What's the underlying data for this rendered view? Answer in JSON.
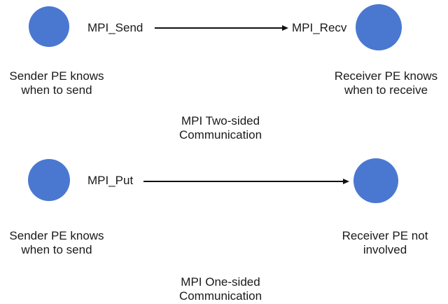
{
  "colors": {
    "node_fill": "#4a78d1",
    "text": "#1a1a1a",
    "arrow": "#111111",
    "background": "#ffffff"
  },
  "two_sided": {
    "send_label": "MPI_Send",
    "recv_label": "MPI_Recv",
    "sender_caption": [
      "Sender PE knows",
      "when to send"
    ],
    "receiver_caption": [
      "Receiver PE knows",
      "when to receive"
    ],
    "title": [
      "MPI Two-sided",
      "Communication"
    ]
  },
  "one_sided": {
    "put_label": "MPI_Put",
    "sender_caption": [
      "Sender PE knows",
      "when to send"
    ],
    "receiver_caption": [
      "Receiver PE not",
      "involved"
    ],
    "title": [
      "MPI One-sided",
      "Communication"
    ]
  }
}
